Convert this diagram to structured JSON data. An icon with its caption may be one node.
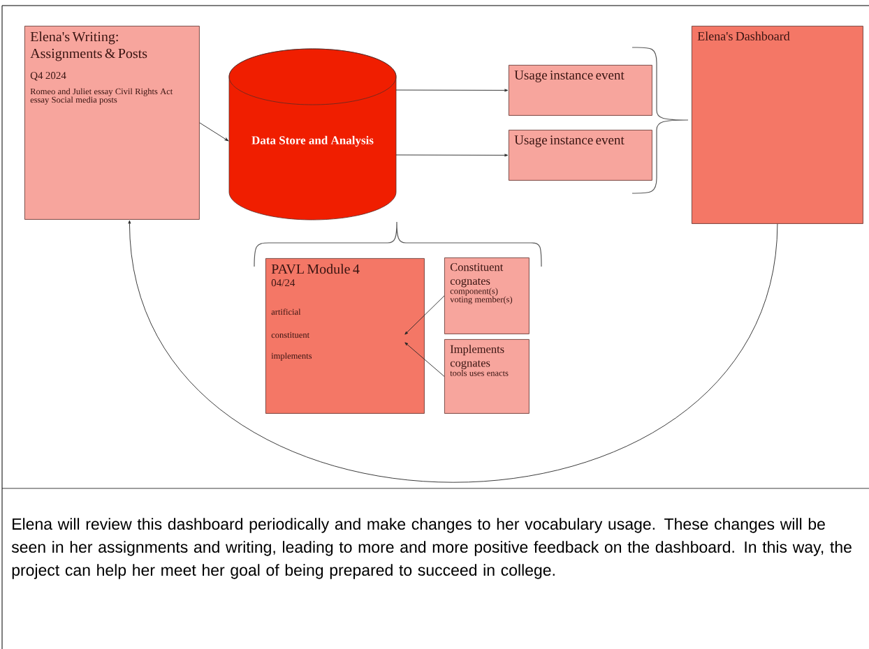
{
  "diagram": {
    "caption": "Elena will review this dashboard periodically and make changes to her vocabulary usage. These changes will be seen in her assignments and writing, leading to more and more positive feedback on the dashboard. In this way, the project can help her meet her goal of being prepared to succeed in college.",
    "nodes": [
      {
        "text": [
          "Elena's Writing: Assignments & Posts",
          "Q4 2024",
          "Romeo and Juliet essay Civil Rights Act essay Social media posts"
        ]
      },
      {
        "text": [
          "Data Store and Analysis"
        ]
      },
      {
        "text": [
          "Usage instance event"
        ]
      },
      {
        "text": [
          "Usage instance event"
        ]
      },
      {
        "text": [
          "Elena's Dashboard"
        ]
      },
      {
        "text": [
          "PAVL Module 4",
          "04/24",
          "artificial",
          "constituent",
          "implements"
        ]
      },
      {
        "text": [
          "Constituent cognates",
          "component(s) voting member(s)"
        ]
      },
      {
        "text": [
          "Implements cognates",
          "tools uses enacts"
        ]
      }
    ],
    "edges": [
      {
        "from": 0,
        "to": 1,
        "arrow": "to"
      },
      {
        "from": 1,
        "to": 2,
        "arrow": "to"
      },
      {
        "from": 1,
        "to": 3,
        "arrow": "to"
      },
      {
        "from": 6,
        "to": 5,
        "arrow": "to"
      },
      {
        "from": 7,
        "to": 5,
        "arrow": "to"
      },
      {
        "from": 4,
        "to": 0,
        "arrow": "to"
      }
    ]
  }
}
